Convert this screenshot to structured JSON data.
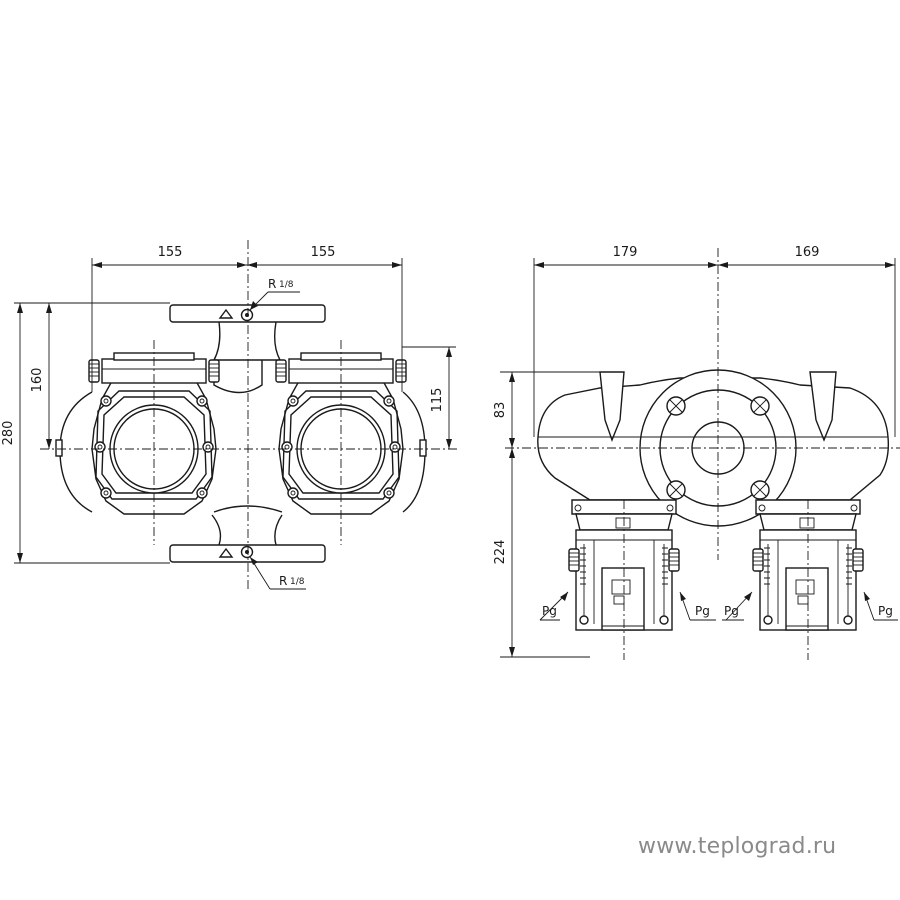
{
  "front_view": {
    "dim_width_left": "155",
    "dim_width_right": "155",
    "dim_total_height": "280",
    "dim_upper_height": "160",
    "dim_motor_height": "115",
    "port_top_label": "R",
    "port_top_fraction": "1/8",
    "port_bottom_label": "R",
    "port_bottom_fraction": "1/8"
  },
  "side_view": {
    "dim_left_width": "179",
    "dim_right_width": "169",
    "dim_upper_height": "83",
    "dim_lower_height": "224",
    "cable_gland_labels": [
      "Pg",
      "Pg",
      "Pg",
      "Pg"
    ]
  },
  "watermark": "www.teplograd.ru"
}
